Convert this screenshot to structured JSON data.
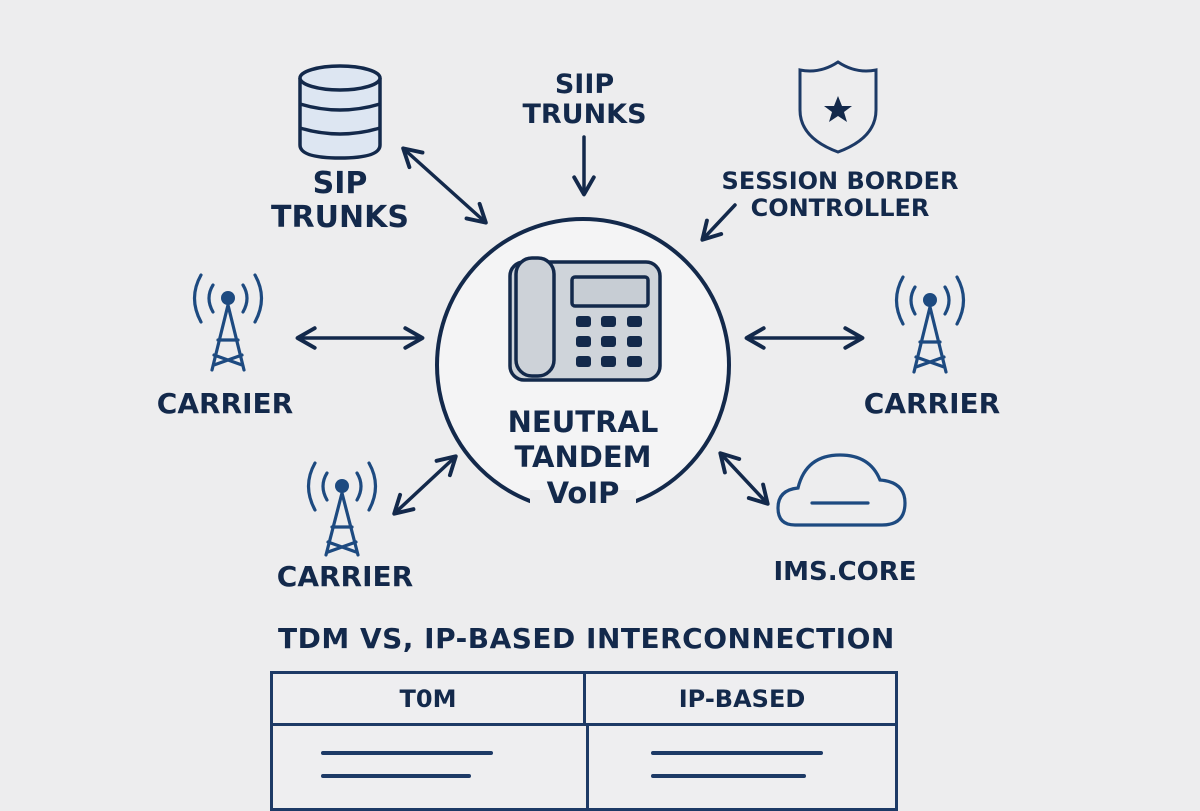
{
  "diagram": {
    "center": {
      "label_lines": [
        "NEUTRAL",
        "TANDEM",
        "VoIP"
      ],
      "icon": "desk-phone-icon"
    },
    "nodes": [
      {
        "id": "sip-trunks-db",
        "label_lines": [
          "SIP",
          "TRUNKS"
        ],
        "icon": "database-icon",
        "connection": "bidirectional"
      },
      {
        "id": "sip-trunks-top",
        "label_lines": [
          "SIIP",
          "TRUNKS"
        ],
        "icon": "none",
        "connection": "inbound"
      },
      {
        "id": "session-border-controller",
        "label_lines": [
          "SESSION BORDER",
          "CONTROLLER"
        ],
        "icon": "shield-star-icon",
        "connection": "inbound"
      },
      {
        "id": "carrier-left",
        "label_lines": [
          "CARRIER"
        ],
        "icon": "cell-tower-icon",
        "connection": "bidirectional"
      },
      {
        "id": "carrier-right",
        "label_lines": [
          "CARRIER"
        ],
        "icon": "cell-tower-icon",
        "connection": "bidirectional"
      },
      {
        "id": "carrier-bottom-left",
        "label_lines": [
          "CARRIER"
        ],
        "icon": "cell-tower-icon",
        "connection": "bidirectional"
      },
      {
        "id": "ims-core",
        "label_lines": [
          "IMS.CORE"
        ],
        "icon": "cloud-icon",
        "connection": "bidirectional"
      }
    ],
    "colors": {
      "ink": "#13294b",
      "line": "#1d3a66",
      "icon_fill": "#dde6f2",
      "background": "#ededee"
    }
  },
  "comparison": {
    "title": "TDM VS, IP-BASED INTERCONNECTION",
    "columns": [
      "T0M",
      "IP-BASED"
    ]
  }
}
